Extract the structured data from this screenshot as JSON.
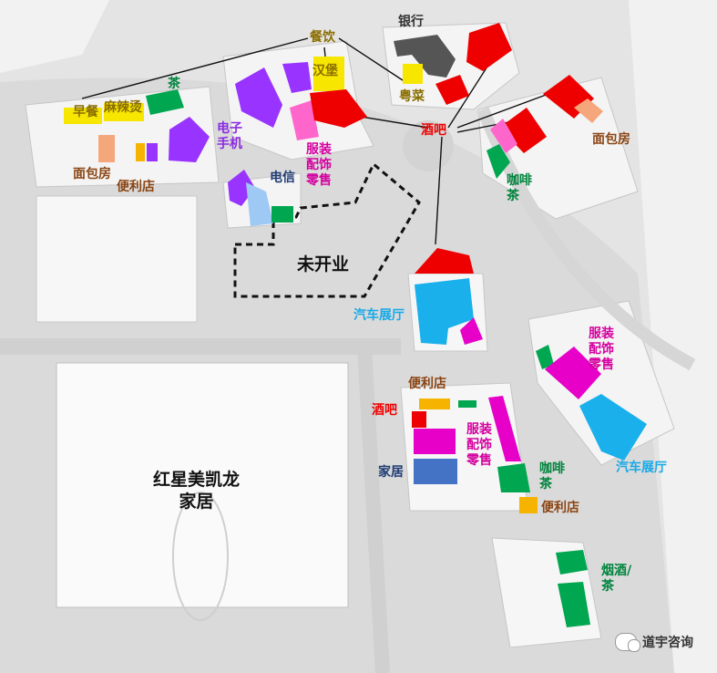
{
  "colors": {
    "red": "#ee0000",
    "bar_label": "#ee0000",
    "yellow": "#f7e600",
    "orange": "#f6b400",
    "green": "#00a650",
    "purple": "#9933ff",
    "magenta": "#e600c8",
    "pink": "#ff66cc",
    "cyan": "#19b0ec",
    "navy": "#4472c4",
    "peach": "#f5a77b",
    "darkgray": "#555555",
    "lightblue": "#9ec9f5",
    "olive_label": "#8a6e00",
    "brown_label": "#8b4513",
    "teal_label": "#00843d",
    "purple_label": "#8b2be2",
    "magenta_label": "#d4009f",
    "cyan_label": "#17a9e8",
    "navy_label": "#1f3b73",
    "dark_label": "#333333"
  },
  "labels": {
    "catering": "餐饮",
    "bank": "银行",
    "burger": "汉堡",
    "cantonese": "粤菜",
    "breakfast": "早餐",
    "malatang": "麻辣烫",
    "tea_top": "茶",
    "electronics": "电子\n手机",
    "bakery_left": "面包房",
    "convenience_left": "便利店",
    "bar_top": "酒吧",
    "bakery_right": "面包房",
    "coffee_tea_top": "咖啡\n茶",
    "telecom": "电信",
    "apparel_top": "服装\n配饰\n零售",
    "not_open": "未开业",
    "auto_showroom_mid": "汽车展厅",
    "apparel_right": "服装\n配饰\n零售",
    "convenience_mid": "便利店",
    "bar_mid": "酒吧",
    "apparel_mid": "服装\n配饰\n零售",
    "home": "家居",
    "coffee_tea_bottom": "咖啡\n茶",
    "convenience_bottom": "便利店",
    "auto_showroom_right": "汽车展厅",
    "tobacco_tea": "烟酒/\n茶",
    "big_store": "红星美凯龙\n家居"
  },
  "watermark": {
    "icon": "wechat-icon",
    "text": "道宇咨询"
  }
}
